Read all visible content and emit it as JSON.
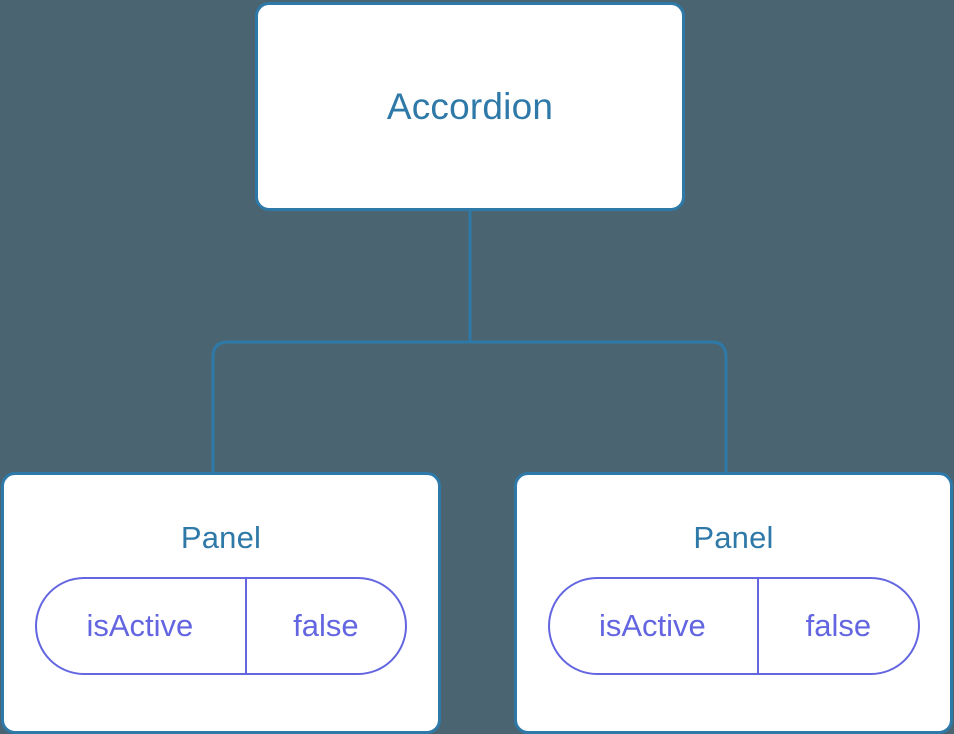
{
  "diagram": {
    "type": "component-tree",
    "background_color": "#4a6571",
    "node_border_color": "#2e79a8",
    "node_fill_color": "#ffffff",
    "title_color": "#2e79a8",
    "state_color": "#6366e0",
    "connector_color": "#2e79a8",
    "root": {
      "label": "Accordion"
    },
    "children": [
      {
        "label": "Panel",
        "state": {
          "key": "isActive",
          "value": "false"
        }
      },
      {
        "label": "Panel",
        "state": {
          "key": "isActive",
          "value": "false"
        }
      }
    ]
  }
}
